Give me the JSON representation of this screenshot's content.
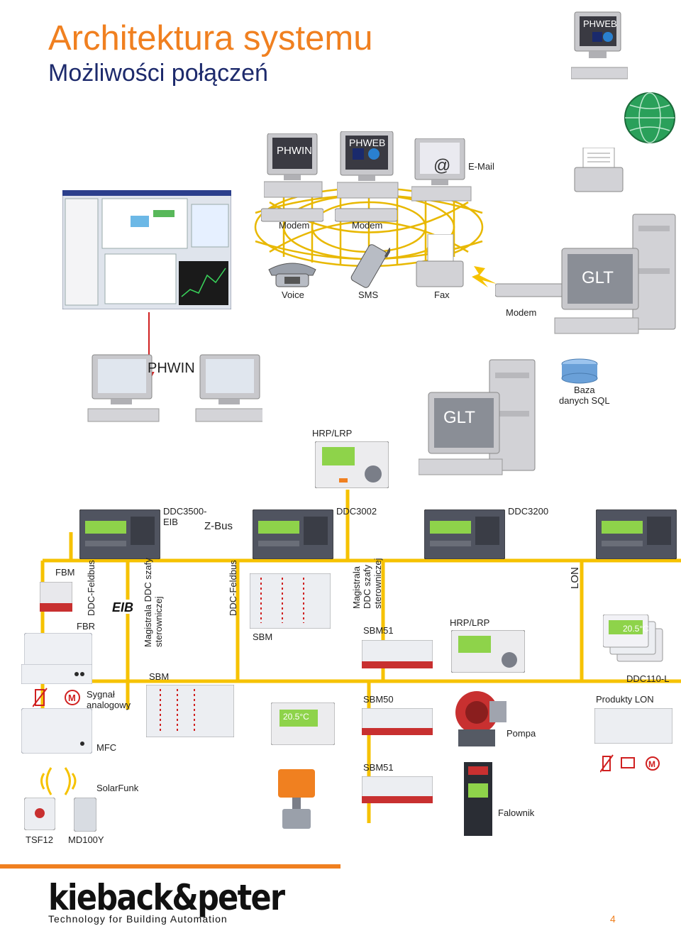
{
  "header": {
    "title": "Architektura systemu",
    "subtitle": "Możliwości połączeń"
  },
  "labels": {
    "phweb_top": "PHWEB",
    "phwin_remote": "PHWIN",
    "phweb_remote": "PHWEB",
    "email": "E-Mail",
    "email_symbol": "@",
    "modem_left": "Modem",
    "modem_right": "Modem",
    "voice": "Voice",
    "sms": "SMS",
    "fax": "Fax",
    "modem_glt": "Modem",
    "glt_top": "GLT",
    "phwin_local": "PHWIN",
    "sql_db": "Baza\ndanych SQL",
    "glt_local": "GLT",
    "hrp_lrp_top": "HRP/LRP",
    "ddc3500": "DDC3500-\nEIB",
    "z_bus": "Z-Bus",
    "ddc3002": "DDC3002",
    "ddc3200": "DDC3200",
    "fbm": "FBM",
    "fbr": "FBR",
    "ddc_feldbus_1": "DDC-Feldbus",
    "magistrala_1": "Magistrala DDC szafy\nsterowniczej",
    "eib_logo": "EIB",
    "ddc_feldbus_2": "DDC-Feldbus",
    "sbm_mid": "SBM",
    "magistrala_2": "Magistrala\nDDC szafy\nsterowniczej",
    "sbm51_top": "SBM51",
    "hrp_lrp_bottom": "HRP/LRP",
    "lon": "LON",
    "ddc110": "DDC110-L",
    "sbm_low": "SBM",
    "sygnal": "Sygnał\nanalogowy",
    "sbm50": "SBM50",
    "produkty_lon": "Produkty LON",
    "pompa": "Pompa",
    "mfc": "MFC",
    "sbm51_bottom": "SBM51",
    "solarfunk": "SolarFunk",
    "falownik": "Falownik",
    "tsf12": "TSF12",
    "md100y": "MD100Y",
    "display_temp_1": "20.5°C",
    "display_temp_2": "20.5°C"
  },
  "footer": {
    "brand": "kieback&peter",
    "tagline": "Technology for Building Automation",
    "page_number": "4"
  },
  "colors": {
    "title_orange": "#f08020",
    "subtitle_navy": "#1d2a6c",
    "bus_line_yellow": "#f6c200",
    "modem_mesh_yellow": "#e8b800",
    "monitor_grey": "#c8c8cc",
    "glt_screen": "#8a8e96",
    "eib_arrow_red": "#d02020",
    "database_blue": "#6aa0d8"
  }
}
